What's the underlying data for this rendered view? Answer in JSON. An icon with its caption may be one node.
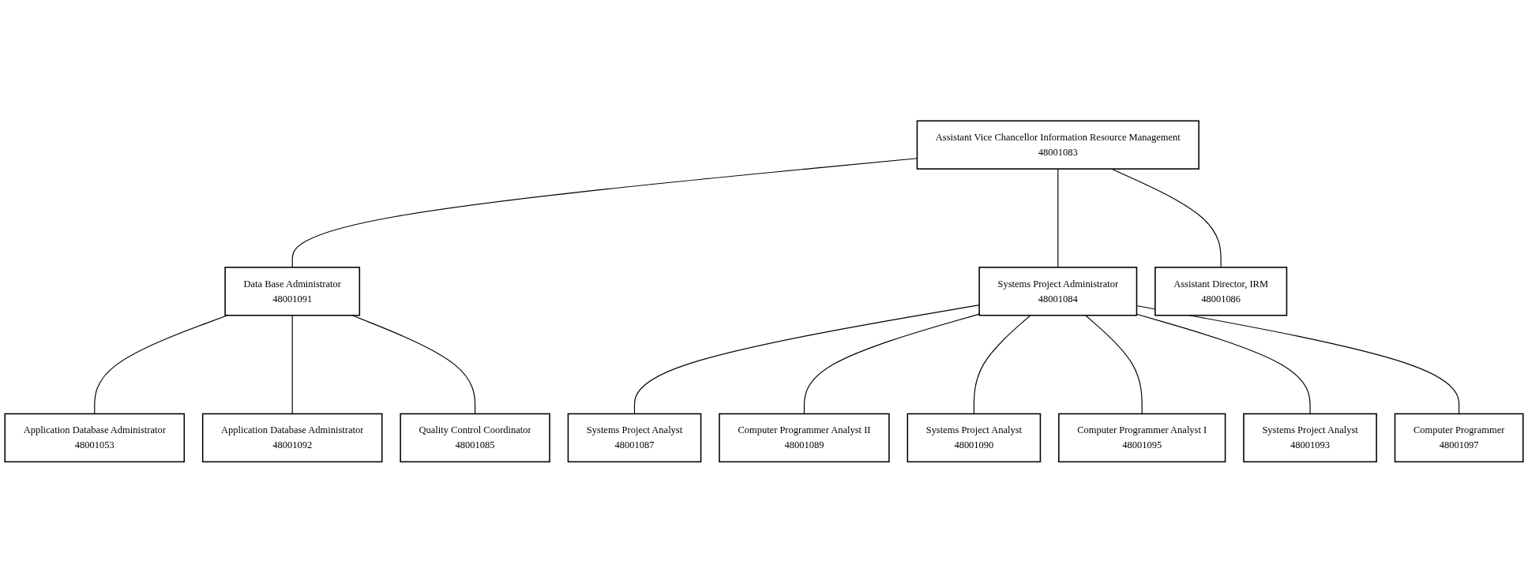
{
  "diagram": {
    "nodes": [
      {
        "text": [
          "Assistant Vice Chancellor Information Resource Management",
          "48001083"
        ]
      },
      {
        "text": [
          "Data Base Administrator",
          "48001091"
        ]
      },
      {
        "text": [
          "Systems Project Administrator",
          "48001084"
        ]
      },
      {
        "text": [
          "Assistant Director, IRM",
          "48001086"
        ]
      },
      {
        "text": [
          "Application Database Administrator",
          "48001053"
        ]
      },
      {
        "text": [
          "Systems Project Analyst",
          "48001087"
        ]
      },
      {
        "text": [
          "Computer Programmer Analyst II",
          "48001089"
        ]
      },
      {
        "text": [
          "Application Database Administrator",
          "48001092"
        ]
      },
      {
        "text": [
          "Systems Project Analyst",
          "48001090"
        ]
      },
      {
        "text": [
          "Computer Programmer Analyst I",
          "48001095"
        ]
      },
      {
        "text": [
          "Quality Control Coordinator",
          "48001085"
        ]
      },
      {
        "text": [
          "Systems Project Analyst",
          "48001093"
        ]
      },
      {
        "text": [
          "Computer Programmer",
          "48001097"
        ]
      }
    ],
    "edges": [
      {
        "from": 0,
        "to": 1,
        "arrow": "none"
      },
      {
        "from": 0,
        "to": 2,
        "arrow": "none"
      },
      {
        "from": 0,
        "to": 3,
        "arrow": "none"
      },
      {
        "from": 1,
        "to": 4,
        "arrow": "none"
      },
      {
        "from": 1,
        "to": 7,
        "arrow": "none"
      },
      {
        "from": 1,
        "to": 10,
        "arrow": "none"
      },
      {
        "from": 2,
        "to": 5,
        "arrow": "none"
      },
      {
        "from": 2,
        "to": 6,
        "arrow": "none"
      },
      {
        "from": 2,
        "to": 8,
        "arrow": "none"
      },
      {
        "from": 2,
        "to": 9,
        "arrow": "none"
      },
      {
        "from": 2,
        "to": 11,
        "arrow": "none"
      },
      {
        "from": 2,
        "to": 12,
        "arrow": "none"
      }
    ]
  }
}
